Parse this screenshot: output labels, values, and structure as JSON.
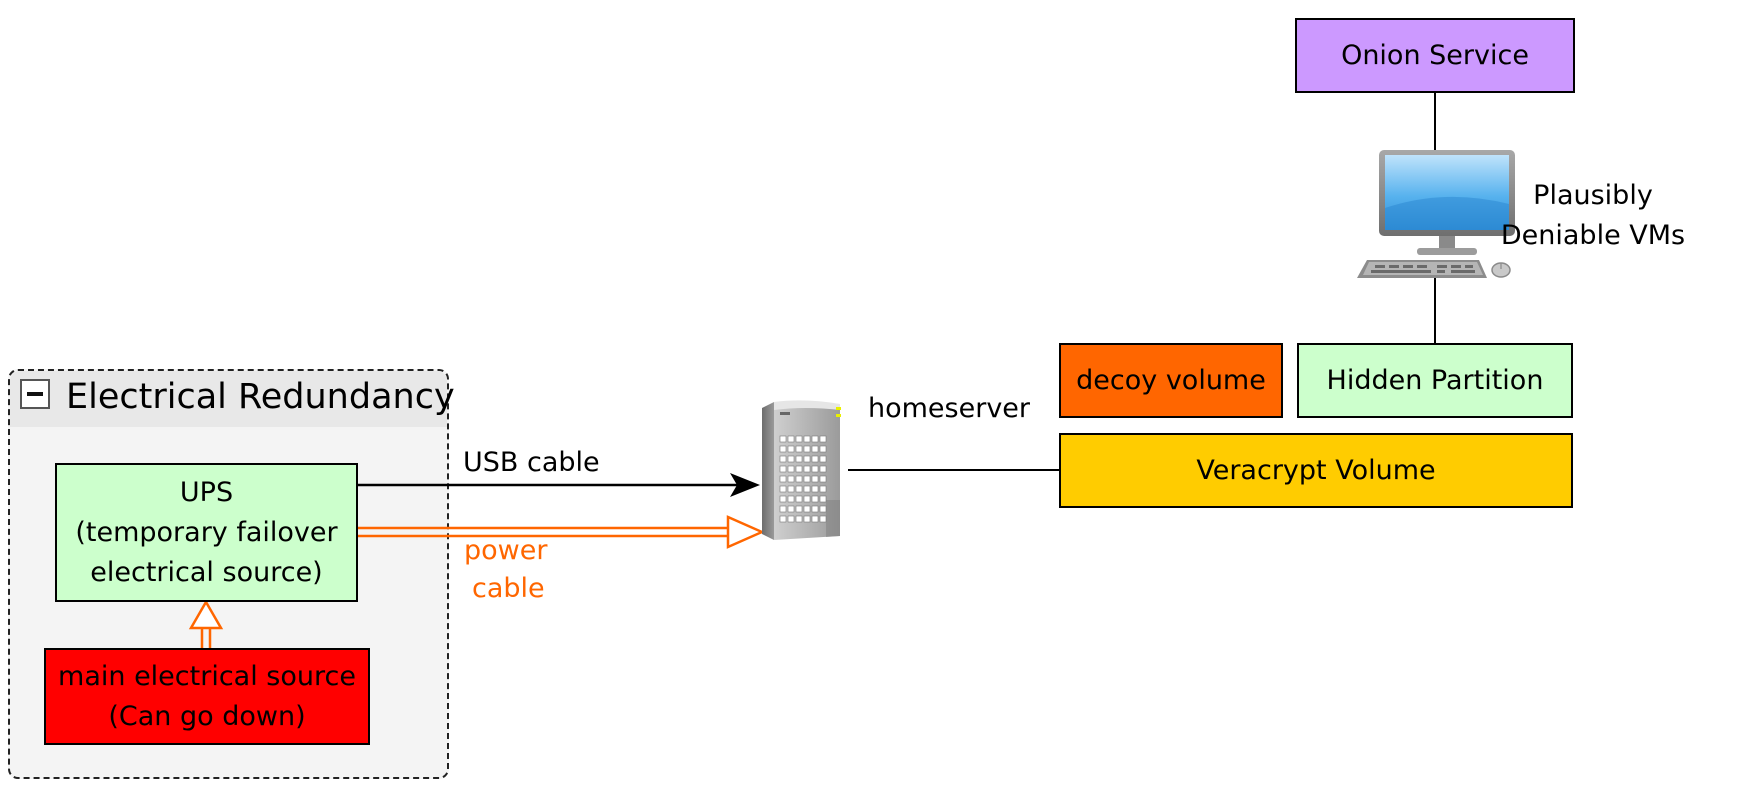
{
  "group": {
    "title": "Electrical Redundancy"
  },
  "nodes": {
    "ups": {
      "line1": "UPS",
      "line2": "(temporary failover",
      "line3": "electrical source)",
      "color": "#ccffcc"
    },
    "main_source": {
      "line1": "main electrical source",
      "line2": "(Can go down)",
      "color": "#ff0000"
    },
    "onion_service": {
      "label": "Onion Service",
      "color": "#cc99ff"
    },
    "decoy_volume": {
      "label": "decoy volume",
      "color": "#ff6600"
    },
    "hidden_partition": {
      "label": "Hidden Partition",
      "color": "#ccffcc"
    },
    "veracrypt_volume": {
      "label": "Veracrypt Volume",
      "color": "#ffcc00"
    }
  },
  "labels": {
    "homeserver": "homeserver",
    "vms_line1": "Plausibly",
    "vms_line2": "Deniable VMs",
    "usb_cable": "USB cable",
    "power_line1": "power",
    "power_line2": "cable"
  },
  "colors": {
    "power": "#ff6600",
    "usb": "#000000"
  },
  "icons": {
    "server": "server-tower-icon",
    "computer": "desktop-computer-icon"
  }
}
